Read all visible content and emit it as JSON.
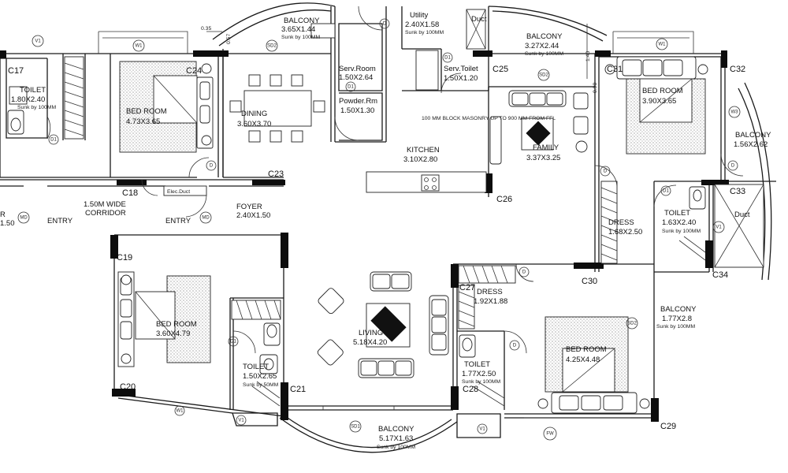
{
  "rooms": {
    "balcony_top_left": {
      "name": "BALCONY",
      "dims": "3.65X1.44",
      "note": "Sunk by 100MM"
    },
    "utility": {
      "name": "Utility",
      "dims": "2.40X1.58",
      "note": "Sunk by 100MM"
    },
    "duct_top": {
      "name": "Duct"
    },
    "balcony_top_right": {
      "name": "BALCONY",
      "dims": "3.27X2.44",
      "note": "Sunk by 100MM"
    },
    "toilet_left": {
      "name": "TOILET",
      "dims": "1.80X2.40",
      "note": "Sunk by 100MM"
    },
    "bedroom_left": {
      "name": "BED ROOM",
      "dims": "4.73X3.65"
    },
    "dining": {
      "name": "DINING",
      "dims": "3.60X3.70"
    },
    "serv_room": {
      "name": "Serv.Room",
      "dims": "1.50X2.64"
    },
    "powder_rm": {
      "name": "Powder.Rm",
      "dims": "1.50X1.30"
    },
    "serv_toilet": {
      "name": "Serv.Toilet",
      "dims": "1.50X1.20"
    },
    "kitchen": {
      "name": "KITCHEN",
      "dims": "3.10X2.80",
      "note": "100 MM BLOCK MASONRY UP TO 900 MM FROM FFL"
    },
    "family": {
      "name": "FAMILY",
      "dims": "3.37X3.25"
    },
    "bedroom_right_top": {
      "name": "BED ROOM",
      "dims": "3.90X3.65"
    },
    "balcony_right": {
      "name": "BALCONY",
      "dims": "1.56X2.62"
    },
    "corridor": {
      "name": "1.50M WIDE",
      "name2": "CORRIDOR"
    },
    "elec_duct": {
      "name": "Elec.Duct"
    },
    "foyer": {
      "name": "FOYER",
      "dims": "2.40X1.50"
    },
    "entry_left": {
      "name": "ENTRY"
    },
    "entry_mid": {
      "name": "ENTRY"
    },
    "left_edge_dims": {
      "name": "R",
      "dims": "1.50"
    },
    "dress_right": {
      "name": "DRESS",
      "dims": "1.68X2.50"
    },
    "toilet_right": {
      "name": "TOILET",
      "dims": "1.63X2.40",
      "note": "Sunk by 100MM"
    },
    "duct_right": {
      "name": "Duct"
    },
    "bedroom_bottom_left": {
      "name": "BED ROOM",
      "dims": "3.60X4.79"
    },
    "toilet_bottom_left": {
      "name": "TOILET",
      "dims": "1.50X2.65",
      "note": "Sunk by 50MM"
    },
    "living": {
      "name": "LIVING",
      "dims": "5.18X4.20"
    },
    "dress_bottom": {
      "name": "DRESS",
      "dims": "1.92X1.88"
    },
    "toilet_bottom_right": {
      "name": "TOILET",
      "dims": "1.77X2.50",
      "note": "Sunk by 100MM"
    },
    "bedroom_bottom_right": {
      "name": "BED ROOM",
      "dims": "4.25X4.48"
    },
    "balcony_bottom_right": {
      "name": "BALCONY",
      "dims": "1.77X2.8",
      "note": "Sunk by 100MM"
    },
    "balcony_bottom": {
      "name": "BALCONY",
      "dims": "5.17X1.63",
      "note": "Sunk by 100MM"
    }
  },
  "columns": [
    "C17",
    "C24",
    "C23",
    "C18",
    "C25",
    "C26",
    "C31",
    "C32",
    "C33",
    "C34",
    "C30",
    "C19",
    "C20",
    "C21",
    "C27",
    "C28",
    "C29"
  ],
  "tags": {
    "v1": "V1",
    "w1": "W1",
    "w3": "W3",
    "sd1": "SD1",
    "sd2": "SD2",
    "d": "D",
    "d1": "D1",
    "md": "MD",
    "fw": "FW"
  },
  "dimensions": {
    "d035": "0.35",
    "d057": "0.57",
    "d140": "1.40",
    "d090": "0.90"
  }
}
